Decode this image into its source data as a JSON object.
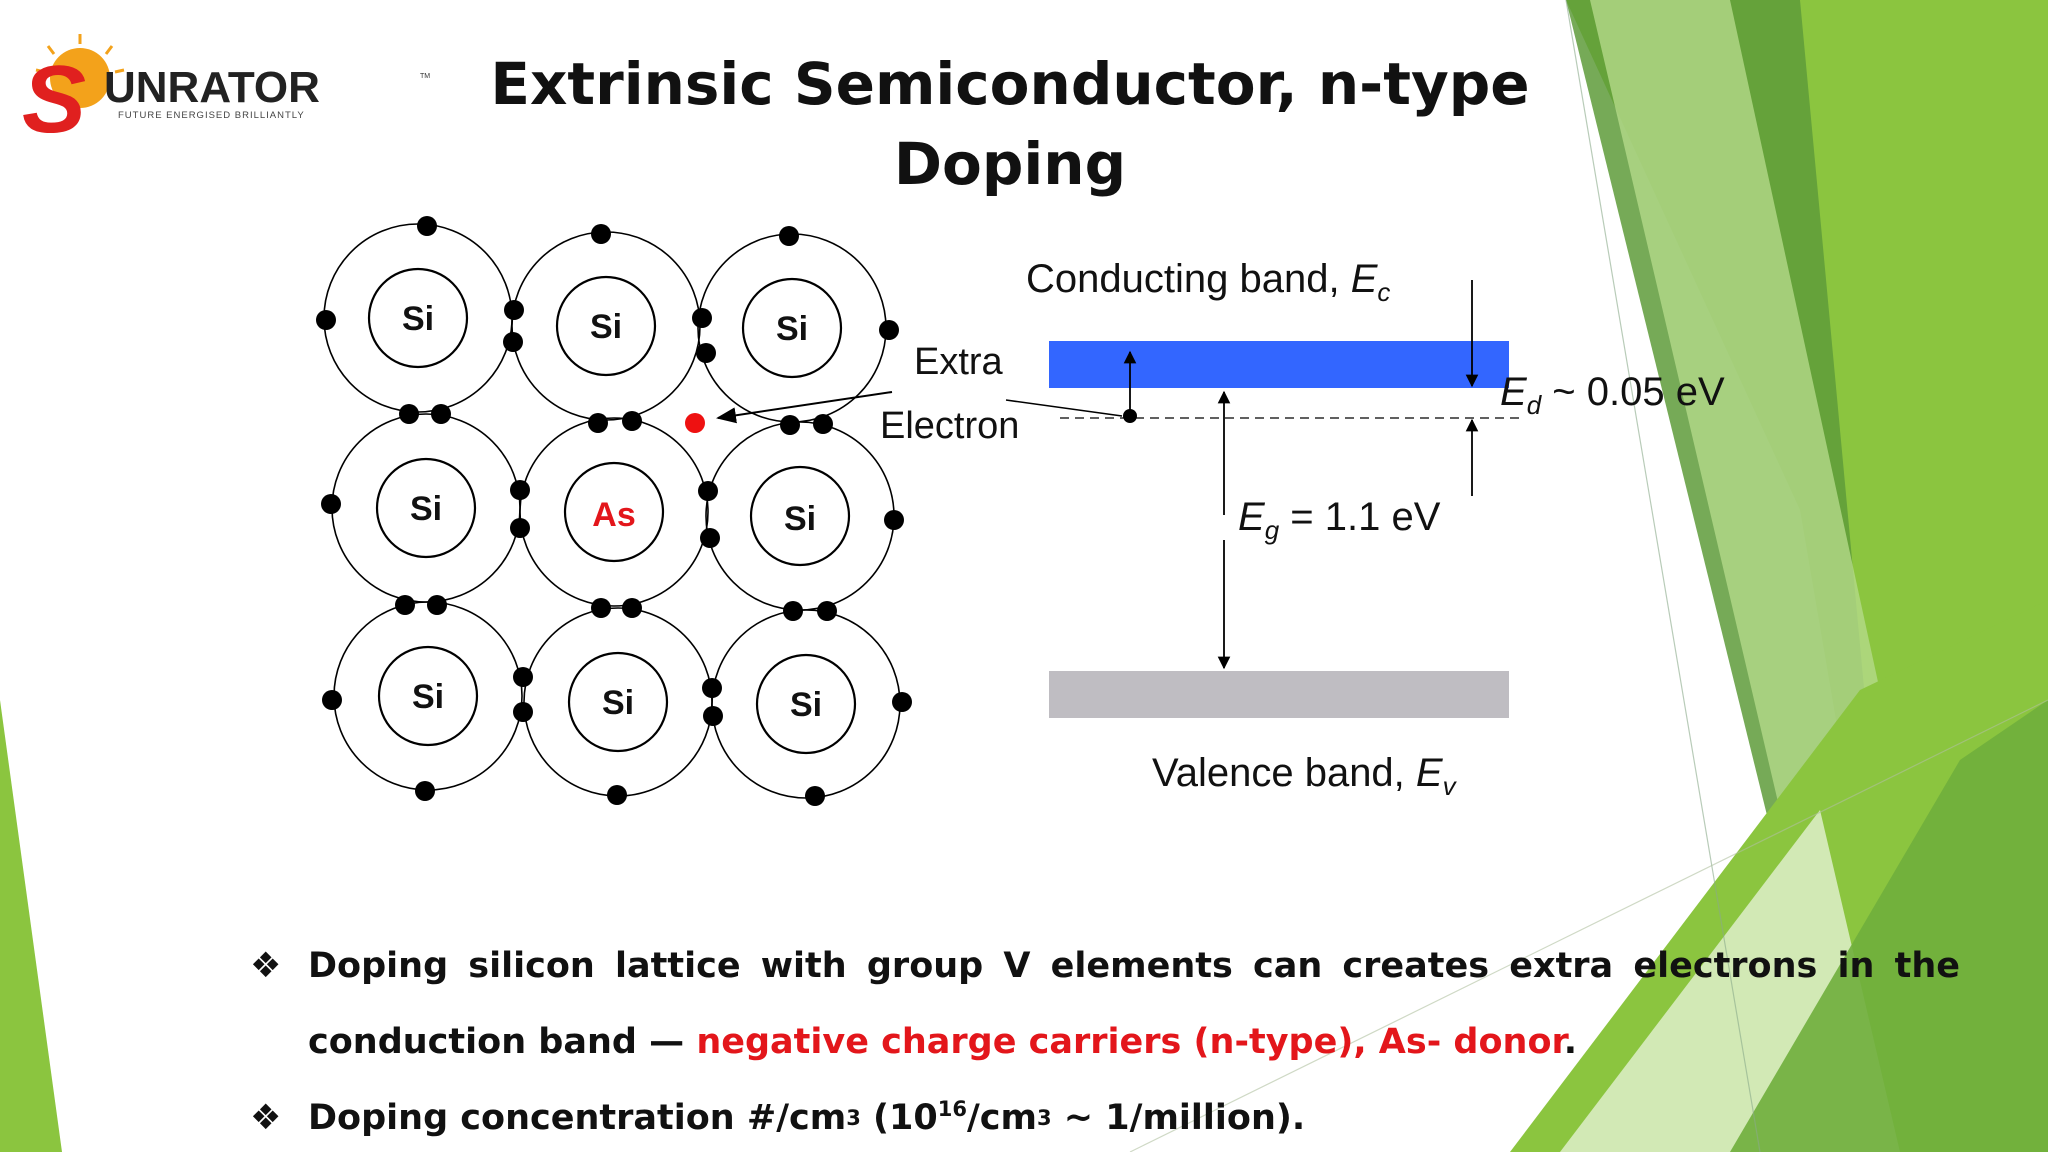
{
  "slide": {
    "title_line1": "Extrinsic Semiconductor, n-type",
    "title_line2": "Doping"
  },
  "logo": {
    "brand_s": "S",
    "brand_rest": "UNRATOR",
    "tagline": "FUTURE ENERGISED BRILLIANTLY",
    "tm": "TM"
  },
  "lattice": {
    "atoms": [
      "Si",
      "Si",
      "Si",
      "Si",
      "As",
      "Si",
      "Si",
      "Si",
      "Si"
    ],
    "dopant": "As",
    "extra_electron_label_line1": "Extra",
    "extra_electron_label_line2": "Electron"
  },
  "band_diagram": {
    "conduction_band_label": "Conducting band, ",
    "conduction_symbol": "E",
    "conduction_sub": "c",
    "valence_band_label": "Valence band, ",
    "valence_symbol": "E",
    "valence_sub": "v",
    "donor_symbol": "E",
    "donor_sub": "d",
    "donor_value": " ~ 0.05 eV",
    "gap_symbol": "E",
    "gap_sub": "g",
    "gap_value": " = 1.1 eV"
  },
  "bullets": {
    "marker": "❖",
    "b1_text": "Doping silicon lattice with group V elements can creates extra electrons in the conduction band — ",
    "b1_highlight": "negative charge carriers (n-type), As- donor",
    "b1_end": ".",
    "b2_part1": "Doping concentration #/cm",
    "b2_sup1": "3",
    "b2_part2": " (10",
    "b2_sup2": "16",
    "b2_part3": "/cm",
    "b2_sup3": "3",
    "b2_part4": " ~ 1/million)."
  },
  "colors": {
    "conduction_band": "#3366ff",
    "valence_band": "#bfbdc2",
    "extra_electron": "#ee1111",
    "dopant_label": "#e3161b",
    "accent_green": "#8bc53f"
  }
}
